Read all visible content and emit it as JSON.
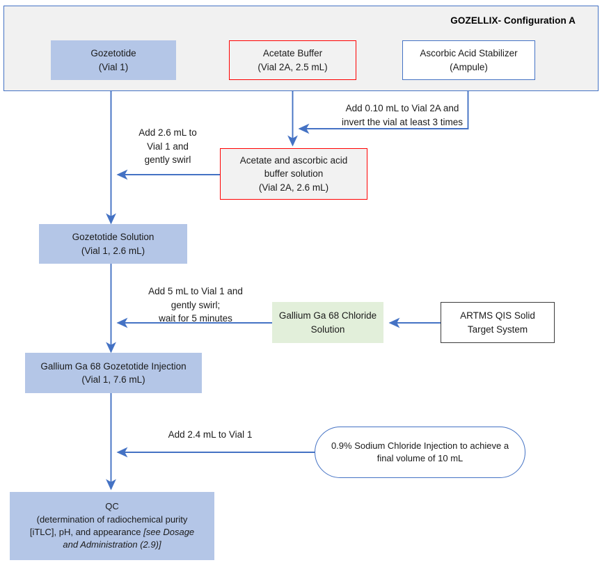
{
  "diagram": {
    "title": "GOZELLIX- Configuration A",
    "colors": {
      "accent_blue": "#4472c4",
      "fill_blue": "#b4c6e7",
      "fill_green": "#e2efda",
      "border_red": "#ff0000",
      "group_fill": "#f1f1f1",
      "border_dark": "#3a3a3a"
    }
  },
  "nodes": {
    "gozetotide": "Gozetotide\n(Vial 1)",
    "acetate_buffer": "Acetate Buffer\n(Vial 2A, 2.5 mL)",
    "ascorbic_acid": "Ascorbic Acid Stabilizer\n(Ampule)",
    "buffer_solution": "Acetate and ascorbic acid\nbuffer solution\n(Vial 2A, 2.6 mL)",
    "gozetotide_solution": "Gozetotide Solution\n(Vial 1, 2.6 mL)",
    "gallium_chloride": "Gallium Ga 68 Chloride\nSolution",
    "artms_target": "ARTMS QIS Solid\nTarget System",
    "gozetotide_injection": "Gallium Ga 68 Gozetotide Injection\n(Vial 1, 7.6 mL)",
    "sodium_chloride": "0.9% Sodium Chloride Injection to achieve a\nfinal volume of 10 mL",
    "qc_line1": "QC",
    "qc_line2": "(determination of radiochemical purity",
    "qc_line3_plain": "[iTLC], pH, and appearance ",
    "qc_line3_italic": "[see Dosage",
    "qc_line4_italic": "and Administration (2.9)]"
  },
  "edge_labels": {
    "add_ascorbic": "Add 0.10 mL to Vial 2A and\ninvert the vial at least 3 times",
    "add_buffer_to_vial1": "Add 2.6 mL to\nVial 1 and\ngently swirl",
    "add_gallium": "Add 5 mL to Vial 1 and\ngently swirl;\nwait for 5 minutes",
    "add_saline": "Add 2.4 mL to Vial 1"
  }
}
